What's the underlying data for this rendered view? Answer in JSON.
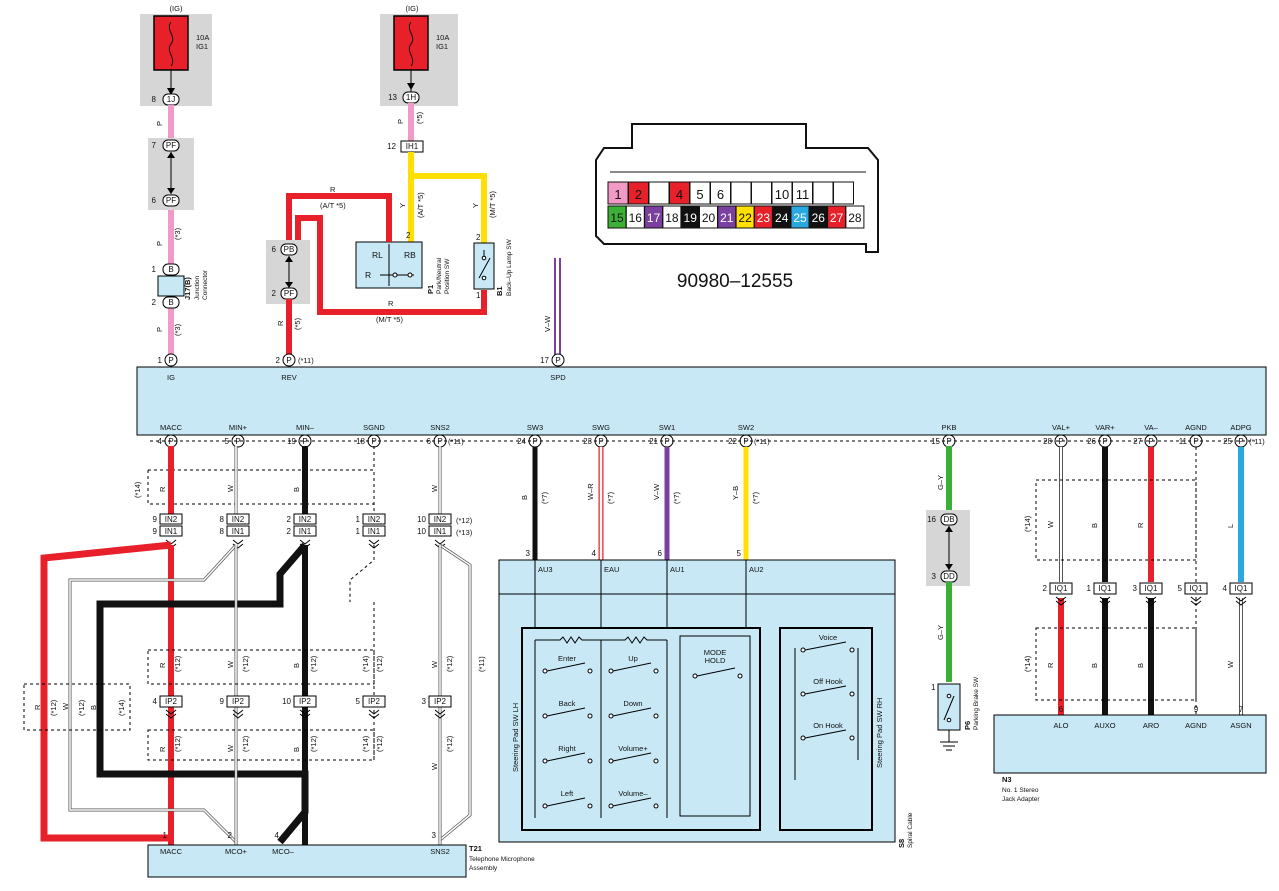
{
  "ecu": {
    "top_pins": [
      {
        "label": "IG",
        "pin": "1",
        "note": ""
      },
      {
        "label": "REV",
        "pin": "2",
        "note": "(*11)"
      },
      {
        "label": "SPD",
        "pin": "17",
        "note": ""
      }
    ],
    "bottom_pins": [
      {
        "label": "MACC",
        "pin": "4",
        "note": ""
      },
      {
        "label": "MIN+",
        "pin": "5",
        "note": ""
      },
      {
        "label": "MIN–",
        "pin": "19",
        "note": ""
      },
      {
        "label": "SGND",
        "pin": "18",
        "note": ""
      },
      {
        "label": "SNS2",
        "pin": "6",
        "note": "(*11)"
      },
      {
        "label": "SW3",
        "pin": "24",
        "note": ""
      },
      {
        "label": "SWG",
        "pin": "23",
        "note": ""
      },
      {
        "label": "SW1",
        "pin": "21",
        "note": ""
      },
      {
        "label": "SW2",
        "pin": "22",
        "note": "(*11)"
      },
      {
        "label": "PKB",
        "pin": "15",
        "note": ""
      },
      {
        "label": "VAL+",
        "pin": "28",
        "note": ""
      },
      {
        "label": "VAR+",
        "pin": "26",
        "note": ""
      },
      {
        "label": "VA–",
        "pin": "27",
        "note": ""
      },
      {
        "label": "AGND",
        "pin": "11",
        "note": ""
      },
      {
        "label": "ADPG",
        "pin": "25",
        "note": "(*11)"
      }
    ]
  },
  "fuses": [
    {
      "supply": "(IG)",
      "rating": "10A",
      "name": "IG1"
    },
    {
      "supply": "(IG)",
      "rating": "10A",
      "name": "IG1"
    }
  ],
  "ig_circuit": {
    "connectors": [
      {
        "pin": "8",
        "code": "1J"
      },
      {
        "pin": "7",
        "code": "PF"
      },
      {
        "pin": "6",
        "code": "PF"
      },
      {
        "pin": "1",
        "code": "B"
      },
      {
        "pin": "2",
        "code": "B"
      }
    ],
    "wire": "P",
    "notes": [
      "(*3)",
      "(*3)"
    ],
    "junction": {
      "code": "J17(B)",
      "line1": "Junction",
      "line2": "Connector"
    }
  },
  "rev_circuit": {
    "connectors": [
      {
        "pin": "13",
        "code": "1H"
      },
      {
        "pin": "12",
        "code": "IH1"
      },
      {
        "pin": "6",
        "code": "PB"
      },
      {
        "pin": "2",
        "code": "PF"
      }
    ],
    "wire_labels": [
      "P",
      "(*5)",
      "R",
      "(A/T *5)",
      "Y",
      "(A/T *5)",
      "Y",
      "(M/T *5)",
      "R",
      "(M/T *5)",
      "R",
      "(*5)"
    ],
    "pnp_switch": {
      "code": "P1",
      "line1": "Park/Neutral",
      "line2": "Position SW",
      "terminals": [
        "RL",
        "RB",
        "R"
      ],
      "pin": "2"
    },
    "backup_switch": {
      "code": "B1",
      "name": "Back–Up Lamp SW",
      "pins": [
        "2",
        "1"
      ]
    },
    "spd_wire": "V–W"
  },
  "connector_face": {
    "part_number": "90980–12555",
    "row1": [
      "1",
      "2",
      "",
      "4",
      "5",
      "6",
      "",
      "",
      "10",
      "11",
      "",
      ""
    ],
    "row2": [
      "15",
      "16",
      "17",
      "18",
      "19",
      "20",
      "21",
      "22",
      "23",
      "24",
      "25",
      "26",
      "27",
      "28"
    ]
  },
  "mic_circuit": {
    "inline_upper": [
      {
        "pin": "9",
        "code": "IN2"
      },
      {
        "pin": "8",
        "code": "IN2"
      },
      {
        "pin": "2",
        "code": "IN2"
      },
      {
        "pin": "1",
        "code": "IN2"
      },
      {
        "pin": "10",
        "code": "IN2"
      }
    ],
    "inline_lower": [
      {
        "pin": "9",
        "code": "IN1"
      },
      {
        "pin": "8",
        "code": "IN1"
      },
      {
        "pin": "2",
        "code": "IN1"
      },
      {
        "pin": "1",
        "code": "IN1"
      },
      {
        "pin": "10",
        "code": "IN1"
      }
    ],
    "ip2": [
      {
        "pin": "4",
        "code": "IP2"
      },
      {
        "pin": "9",
        "code": "IP2"
      },
      {
        "pin": "10",
        "code": "IP2"
      },
      {
        "pin": "5",
        "code": "IP2"
      },
      {
        "pin": "3",
        "code": "IP2"
      }
    ],
    "notes": [
      "(*14)",
      "(*12)",
      "(*13)",
      "(*12)",
      "(*14)",
      "(*12)",
      "(*11)",
      "(*13)",
      "(*14)"
    ],
    "wires": [
      "R",
      "W",
      "B",
      "W"
    ],
    "t21": {
      "code": "T21",
      "line1": "Telephone Microphone",
      "line2": "Assembly",
      "pins": [
        {
          "pin": "1",
          "label": "MACC"
        },
        {
          "pin": "2",
          "label": "MCO+"
        },
        {
          "pin": "4",
          "label": "MCO–"
        },
        {
          "pin": "3",
          "label": "SNS2"
        }
      ]
    }
  },
  "steering": {
    "wires": [
      {
        "color": "B",
        "note": "(*7)",
        "pin": "3",
        "label": "AU3"
      },
      {
        "color": "W–R",
        "note": "(*7)",
        "pin": "4",
        "label": "EAU"
      },
      {
        "color": "V–W",
        "note": "(*7)",
        "pin": "6",
        "label": "AU1"
      },
      {
        "color": "Y–B",
        "note": "(*7)",
        "pin": "5",
        "label": "AU2"
      }
    ],
    "lh_title": "Steering Pad SW LH",
    "rh_title": "Steering Pad SW RH",
    "buttons_lh": [
      "Enter",
      "Up",
      "Back",
      "Down",
      "Right",
      "Volume+",
      "Left",
      "Volume–"
    ],
    "mode": [
      "MODE",
      "HOLD"
    ],
    "buttons_rh": [
      "Voice",
      "Off Hook",
      "On Hook"
    ],
    "s8": {
      "code": "S8",
      "name": "Spiral Cable"
    }
  },
  "parking": {
    "wire": "G–Y",
    "connectors": [
      {
        "pin": "16",
        "code": "DB"
      },
      {
        "pin": "3",
        "code": "DD"
      }
    ],
    "switch": {
      "code": "P6",
      "name": "Parking Brake SW",
      "pin": "1"
    }
  },
  "stereo": {
    "iq_connectors": [
      {
        "pin": "2",
        "code": "IQ1"
      },
      {
        "pin": "1",
        "code": "IQ1"
      },
      {
        "pin": "3",
        "code": "IQ1"
      },
      {
        "pin": "5",
        "code": "IQ1"
      },
      {
        "pin": "4",
        "code": "IQ1"
      }
    ],
    "wire_colors": [
      "W",
      "B",
      "R",
      "L"
    ],
    "notes": [
      "(*14)",
      "(*14)"
    ],
    "jack": {
      "code": "N3",
      "line1": "No. 1 Stereo",
      "line2": "Jack Adapter",
      "pins": [
        {
          "pin": "6",
          "label": "ALO"
        },
        {
          "pin": "8",
          "label": "AUXO"
        },
        {
          "pin": "5",
          "label": "ARO"
        },
        {
          "pin": "9",
          "label": "AGND"
        },
        {
          "pin": "7",
          "label": "ASGN"
        }
      ]
    }
  }
}
